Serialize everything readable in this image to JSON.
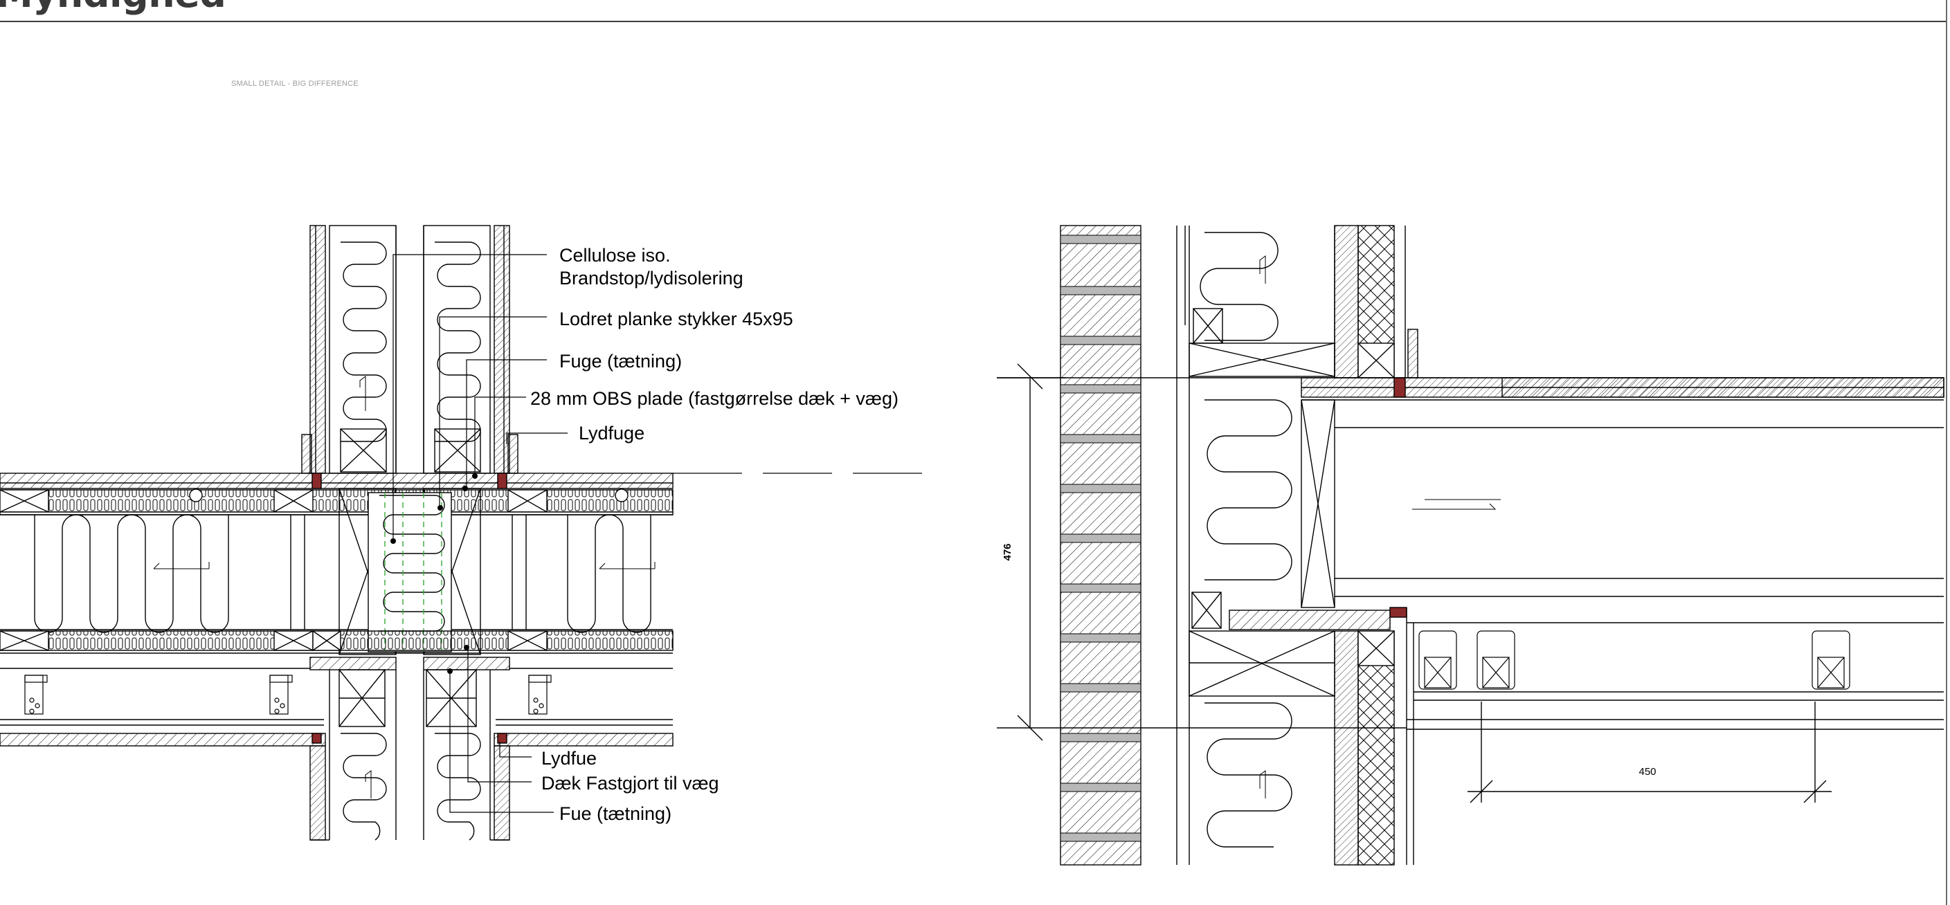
{
  "header": {
    "title": "Myndighed",
    "tagline": "SMALL DETAIL - BIG DIFFERENCE"
  },
  "detail_left": {
    "labels": [
      "Cellulose iso.",
      "Brandstop/lydisolering",
      "Lodret planke stykker 45x95",
      "Fuge (tætning)",
      "28 mm OBS plade (fastgørrelse dæk + væg)",
      "Lydfuge",
      "Lydfue",
      "Dæk Fastgjort til væg",
      "Fue (tætning)"
    ]
  },
  "detail_right": {
    "dim_vertical": "476",
    "dim_horizontal": "450"
  },
  "colors": {
    "line": "#000000",
    "seal": "#8b2a2a",
    "brandstop": "#3aa83a",
    "rule": "#3c3c3c"
  }
}
